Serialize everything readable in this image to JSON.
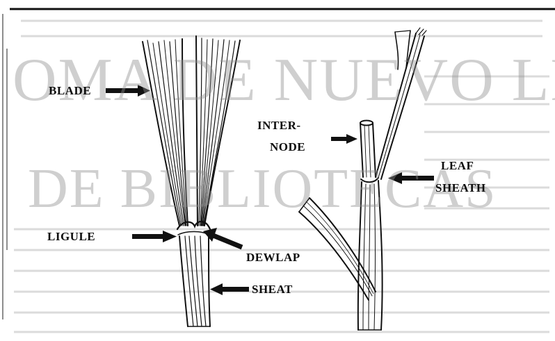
{
  "figure": {
    "labels": {
      "blade": "BLADE",
      "ligule": "LIGULE",
      "dewlap": "DEWLAP",
      "sheat": "SHEAT",
      "inter": "INTER-",
      "node": "NODE",
      "leaf": "LEAF",
      "sheath": "SHEATH"
    }
  },
  "watermark": {
    "line1": "OMA DE NUEVO LEÓN",
    "line2": "DE BIBLIOTECAS"
  },
  "colors": {
    "ink": "#111111",
    "paper": "#ffffff",
    "watermark": "#8f8f8f",
    "background_text": "#5a5a5a"
  }
}
